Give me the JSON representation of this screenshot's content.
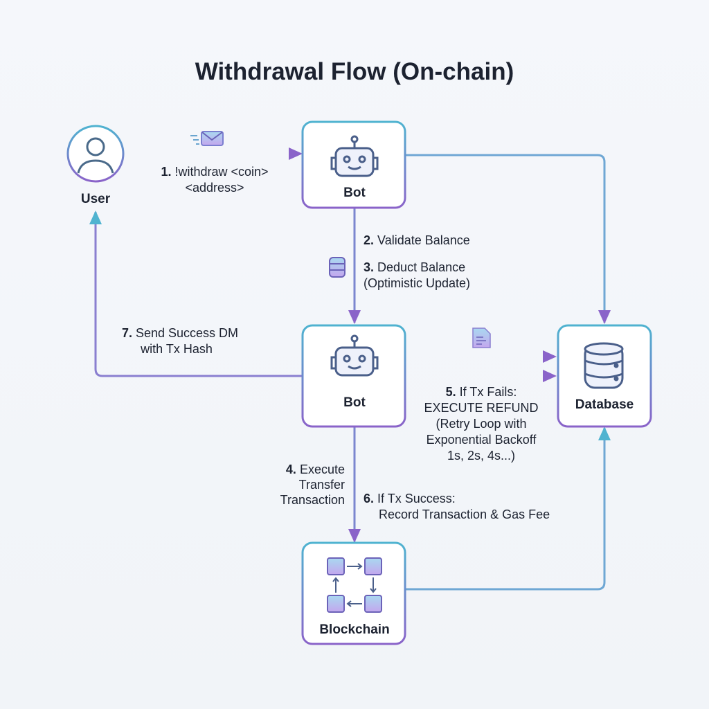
{
  "title": "Withdrawal Flow (On-chain)",
  "colors": {
    "teal": "#4fb3d0",
    "purple": "#8a63c9",
    "text": "#1c2230"
  },
  "nodes": {
    "user": {
      "label": "User",
      "icon": "user-icon"
    },
    "bot_top": {
      "label": "Bot",
      "icon": "robot-icon"
    },
    "bot_middle": {
      "label": "Bot",
      "icon": "robot-icon"
    },
    "database": {
      "label": "Database",
      "icon": "database-icon"
    },
    "blockchain": {
      "label": "Blockchain",
      "icon": "blockchain-icon"
    }
  },
  "steps": {
    "s1": {
      "num": "1.",
      "lines": [
        "!withdraw <coin>",
        "<address>"
      ]
    },
    "s2": {
      "num": "2.",
      "lines": [
        "Validate Balance"
      ]
    },
    "s3": {
      "num": "3.",
      "lines": [
        "Deduct Balance",
        "(Optimistic Update)"
      ]
    },
    "s4": {
      "num": "4.",
      "lines": [
        "Execute",
        "Transfer",
        "Transaction"
      ]
    },
    "s5": {
      "num": "5.",
      "lines": [
        "If Tx Fails:",
        "EXECUTE REFUND",
        "(Retry Loop with",
        "Exponential Backoff",
        "1s, 2s, 4s...)"
      ]
    },
    "s6": {
      "num": "6.",
      "lines": [
        "If Tx Success:",
        "Record Transaction & Gas Fee"
      ]
    },
    "s7": {
      "num": "7.",
      "lines": [
        "Send Success DM",
        "with Tx Hash"
      ]
    }
  }
}
